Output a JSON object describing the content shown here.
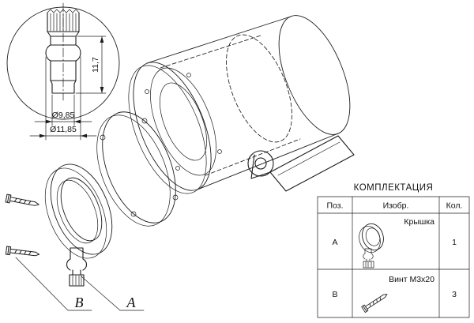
{
  "detail": {
    "height": "11,7",
    "dia_small": "Ø9,85",
    "dia_large": "Ø11,85"
  },
  "callouts": {
    "screw": "В",
    "cover": "А"
  },
  "table": {
    "title": "КОМПЛЕКТАЦИЯ",
    "col_pos": "Поз.",
    "col_img": "Изобр.",
    "col_qty": "Кол.",
    "rows": [
      {
        "pos": "А",
        "name": "Крышка",
        "qty": "1"
      },
      {
        "pos": "В",
        "name": "Винт M3x20",
        "qty": "3"
      }
    ]
  }
}
